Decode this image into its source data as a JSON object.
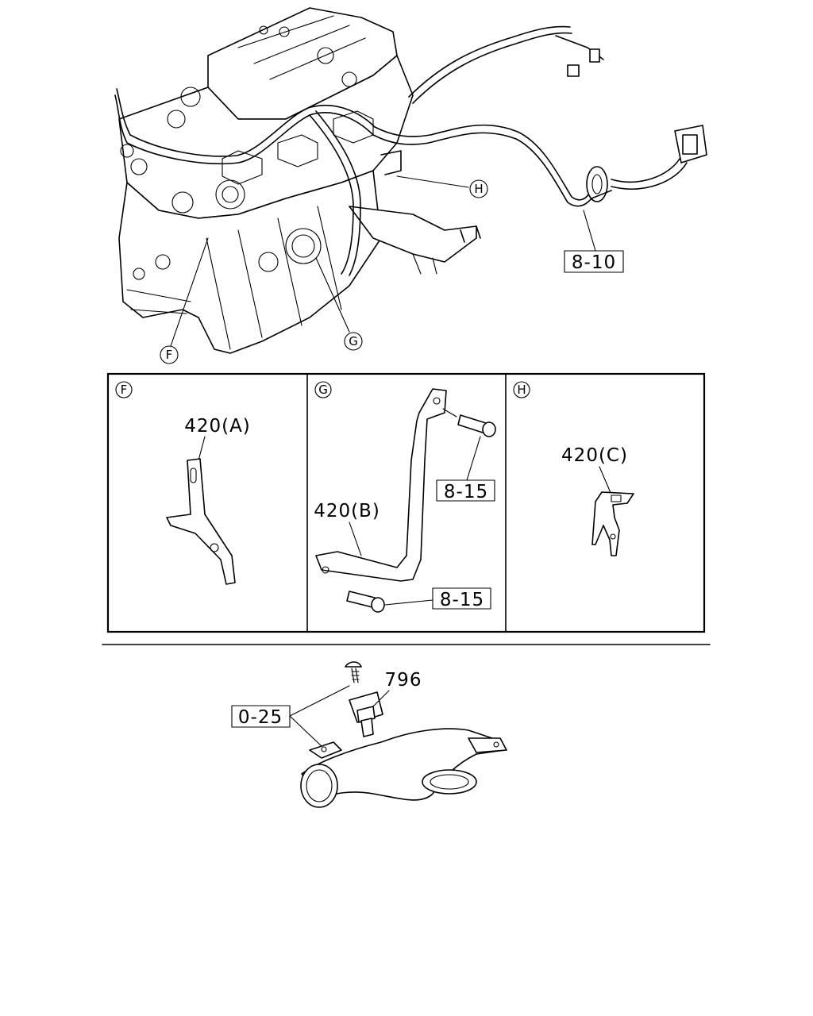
{
  "callouts": {
    "F": "F",
    "G": "G",
    "H": "H"
  },
  "panels": {
    "f": {
      "tag": "F",
      "part_label": "420(A)"
    },
    "g": {
      "tag": "G",
      "part_label": "420(B)",
      "ref_top": "8-15",
      "ref_bottom": "8-15"
    },
    "h": {
      "tag": "H",
      "part_label": "420(C)"
    }
  },
  "main_refs": {
    "harness_ref": "8-10"
  },
  "bottom": {
    "part_label": "796",
    "ref_label": "0-25"
  }
}
